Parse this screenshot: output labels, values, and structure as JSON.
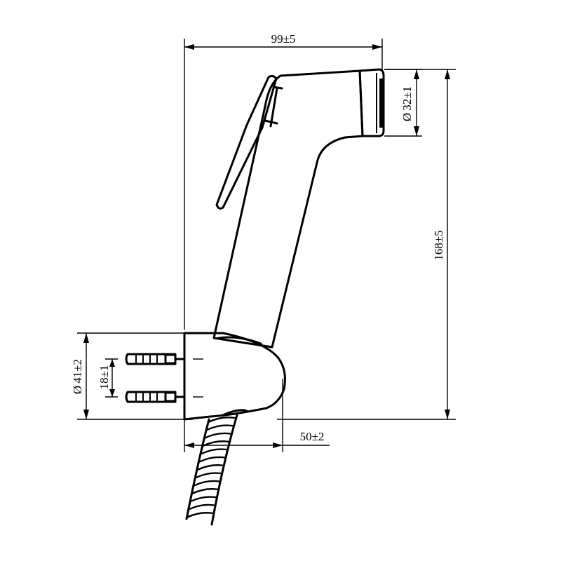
{
  "diagram": {
    "dimensions": {
      "overall_width": "99±5",
      "nozzle_diameter": "32±1",
      "overall_height": "168±5",
      "holder_diameter": "41±2",
      "screw_spacing": "18±1",
      "holder_depth": "50±2"
    },
    "diameter_symbol": "Ø",
    "colors": {
      "line": "#000000",
      "background": "#ffffff"
    }
  }
}
